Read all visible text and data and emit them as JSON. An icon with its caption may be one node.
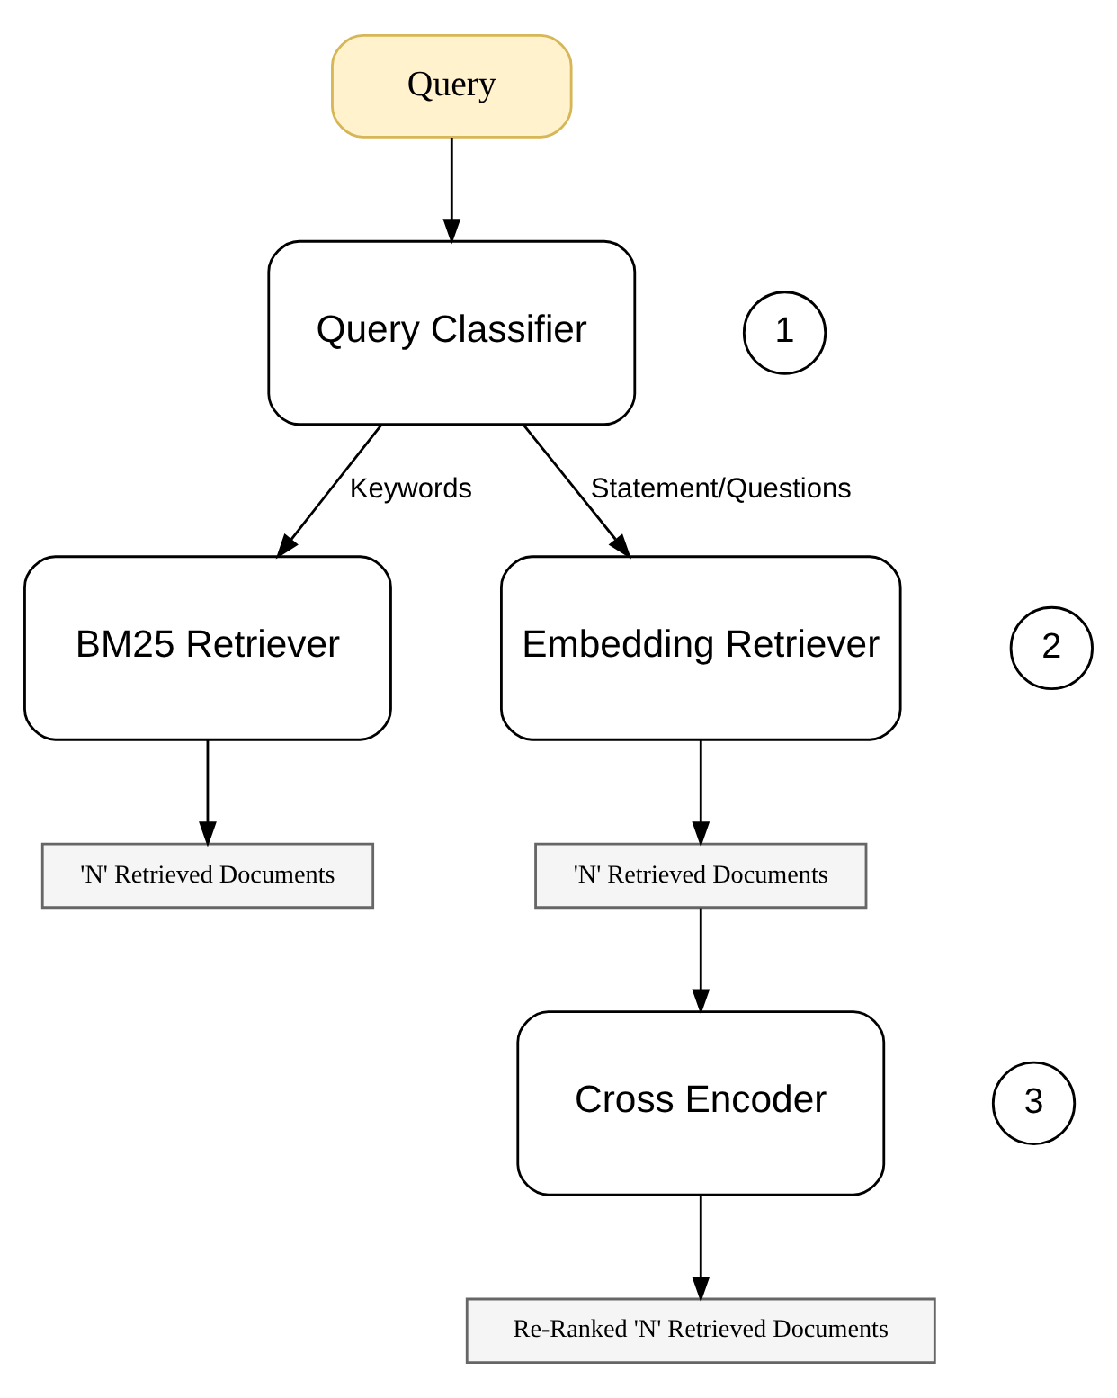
{
  "diagram": {
    "nodes": [
      {
        "text": [
          "Query"
        ]
      },
      {
        "text": [
          "Query Classifier"
        ]
      },
      {
        "text": [
          "1"
        ]
      },
      {
        "text": [
          "2"
        ]
      },
      {
        "text": [
          "BM25 Retriever"
        ]
      },
      {
        "text": [
          "Embedding Retriever"
        ]
      },
      {
        "text": [
          "'N' Retrieved Documents"
        ]
      },
      {
        "text": [
          "'N' Retrieved Documents"
        ]
      },
      {
        "text": [
          "Cross Encoder"
        ]
      },
      {
        "text": [
          "3"
        ]
      },
      {
        "text": [
          "Re-Ranked 'N' Retrieved Documents"
        ]
      }
    ],
    "edges": [
      {
        "from": 0,
        "to": 1,
        "arrow": "to"
      },
      {
        "from": 1,
        "to": 4,
        "arrow": "to",
        "label": "Keywords"
      },
      {
        "from": 1,
        "to": 5,
        "arrow": "to",
        "label": "Statement/Questions"
      },
      {
        "from": 4,
        "to": 6,
        "arrow": "to"
      },
      {
        "from": 5,
        "to": 7,
        "arrow": "to"
      },
      {
        "from": 7,
        "to": 8,
        "arrow": "to"
      },
      {
        "from": 8,
        "to": 10,
        "arrow": "to"
      }
    ]
  }
}
